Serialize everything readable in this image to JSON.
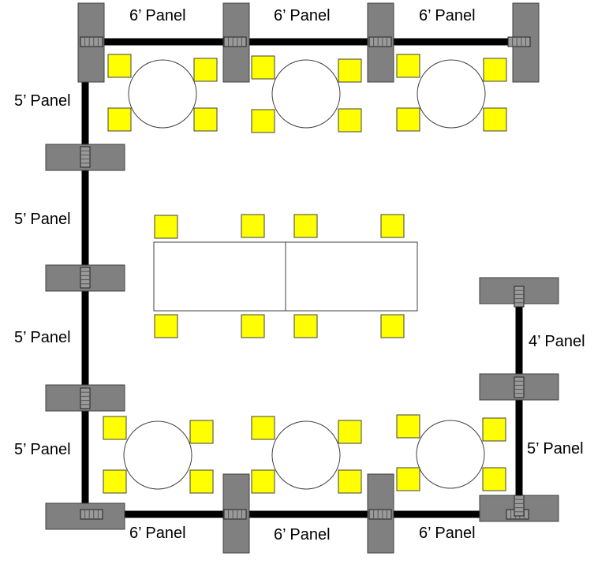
{
  "labels": {
    "top_1": "6’ Panel",
    "top_2": "6’ Panel",
    "top_3": "6’ Panel",
    "left_1": "5’ Panel",
    "left_2": "5’ Panel",
    "left_3": "5’ Panel",
    "left_4": "5’ Panel",
    "right_1": "4’ Panel",
    "right_2": "5’ Panel",
    "bottom_1": "6’ Panel",
    "bottom_2": "6’ Panel",
    "bottom_3": "6’ Panel"
  },
  "colors": {
    "background": "#ffffff",
    "wall": "#000000",
    "base": "#808080",
    "base_stroke": "#404040",
    "clamp": "#9a9a9a",
    "chair": "#ffff00",
    "chair_stroke": "#404040",
    "table_fill": "#ffffff",
    "table_stroke": "#404040"
  },
  "icons": {
    "base": "gray-rectangle",
    "clamp": "striped-clamp",
    "chair": "yellow-square",
    "round_table": "circle",
    "rect_table": "rectangle"
  }
}
